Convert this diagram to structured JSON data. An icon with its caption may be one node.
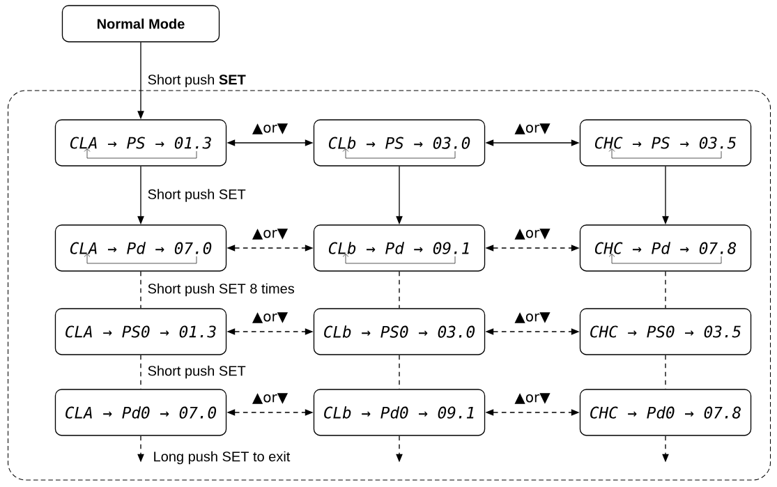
{
  "diagram": {
    "nodes": [
      {
        "text": [
          "Normal Mode"
        ]
      },
      {
        "text": [],
        "shape": "box"
      },
      {
        "text": [
          "CLA → PS → 01.3"
        ],
        "in": 1
      },
      {
        "text": [
          "CLb → PS → 03.0"
        ],
        "in": 1
      },
      {
        "text": [
          "CHC → PS → 03.5"
        ],
        "in": 1
      },
      {
        "text": [
          "CLA → Pd → 07.0"
        ],
        "in": 1
      },
      {
        "text": [
          "CLb → Pd → 09.1"
        ],
        "in": 1
      },
      {
        "text": [
          "CHC → Pd → 07.8"
        ],
        "in": 1
      },
      {
        "text": [
          "CLA → PS0 → 01.3"
        ],
        "in": 1
      },
      {
        "text": [
          "CLb → PS0 → 03.0"
        ],
        "in": 1
      },
      {
        "text": [
          "CHC → PS0 → 03.5"
        ],
        "in": 1
      },
      {
        "text": [
          "CLA → Pd0 → 07.0"
        ],
        "in": 1
      },
      {
        "text": [
          "CLb → Pd0 → 09.1"
        ],
        "in": 1
      },
      {
        "text": [
          "CHC → Pd0 → 07.8"
        ],
        "in": 1
      }
    ],
    "edges": [
      {
        "from": 0,
        "to": 2,
        "arrow": "to",
        "label": "Short push **SET**"
      },
      {
        "from": 2,
        "to": 3,
        "arrow": "both",
        "label": "▲or▼"
      },
      {
        "from": 3,
        "to": 4,
        "arrow": "both",
        "label": "▲or▼"
      },
      {
        "from": 2,
        "to": 5,
        "arrow": "to",
        "label": "Short push SET"
      },
      {
        "from": 3,
        "to": 6,
        "arrow": "to"
      },
      {
        "from": 4,
        "to": 7,
        "arrow": "to"
      },
      {
        "from": 5,
        "to": 6,
        "arrow": "both",
        "style": "dashed",
        "label": "▲or▼"
      },
      {
        "from": 6,
        "to": 7,
        "arrow": "both",
        "style": "dashed",
        "label": "▲or▼"
      },
      {
        "from": 5,
        "to": 8,
        "arrow": "none",
        "style": "dashed",
        "label": "Short push SET 8 times"
      },
      {
        "from": 6,
        "to": 9,
        "arrow": "none",
        "style": "dashed"
      },
      {
        "from": 7,
        "to": 10,
        "arrow": "none",
        "style": "dashed"
      },
      {
        "from": 8,
        "to": 9,
        "arrow": "both",
        "style": "dashed",
        "label": "▲or▼"
      },
      {
        "from": 9,
        "to": 10,
        "arrow": "both",
        "style": "dashed",
        "label": "▲or▼"
      },
      {
        "from": 8,
        "to": 11,
        "arrow": "none",
        "style": "dashed",
        "label": "Short push SET"
      },
      {
        "from": 9,
        "to": 12,
        "arrow": "none",
        "style": "dashed"
      },
      {
        "from": 10,
        "to": 13,
        "arrow": "none",
        "style": "dashed"
      },
      {
        "from": 11,
        "to": 12,
        "arrow": "both",
        "style": "dashed",
        "label": "▲or▼"
      },
      {
        "from": 12,
        "to": 13,
        "arrow": "both",
        "style": "dashed",
        "label": "▲or▼"
      },
      {
        "from": 11,
        "to": null,
        "arrow": "to",
        "style": "dashed",
        "label": "Long push SET to exit"
      },
      {
        "from": 12,
        "to": null,
        "arrow": "to",
        "style": "dashed"
      },
      {
        "from": 13,
        "to": null,
        "arrow": "to",
        "style": "dashed"
      }
    ]
  }
}
